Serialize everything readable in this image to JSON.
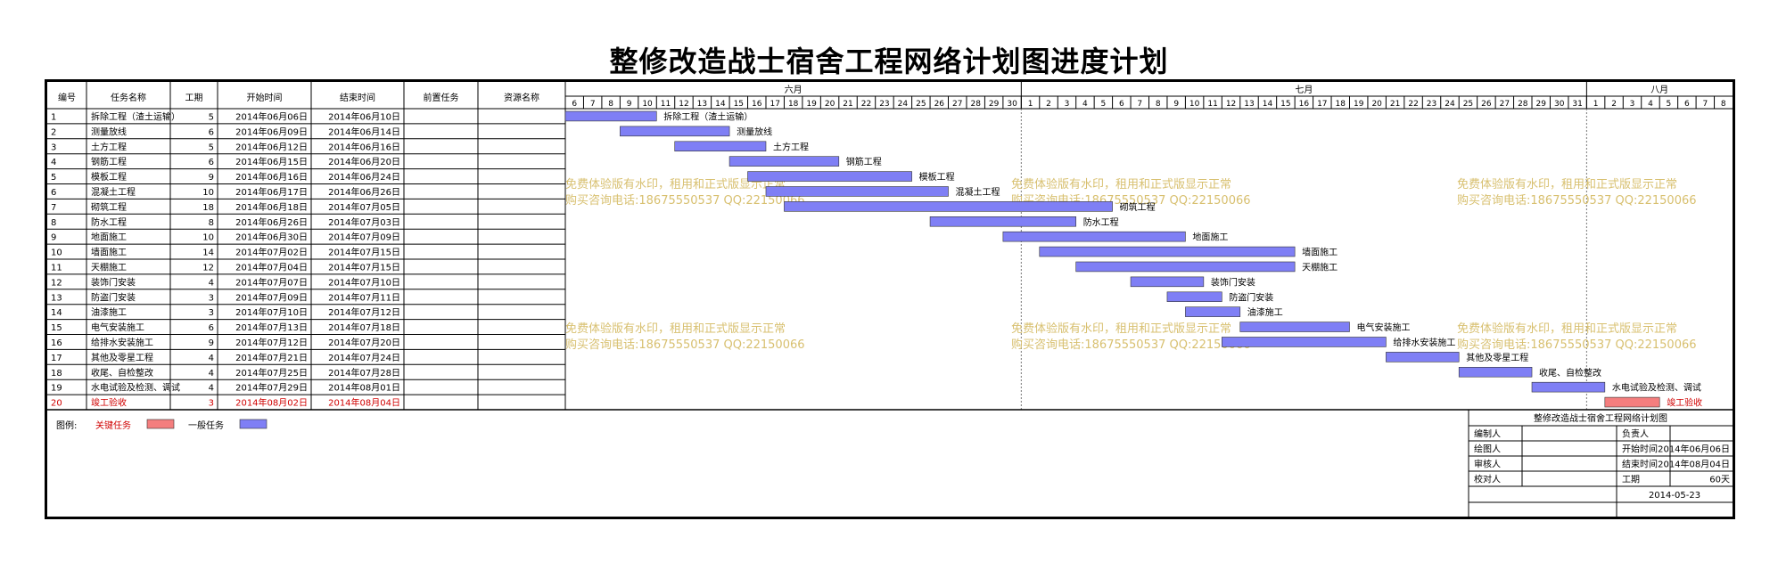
{
  "title": "整修改造战士宿舍工程网络计划图进度计划",
  "columns": [
    "编号",
    "任务名称",
    "工期",
    "开始时间",
    "结束时间",
    "前置任务",
    "资源名称"
  ],
  "months": [
    "六月",
    "七月",
    "八月"
  ],
  "legend": {
    "label": "图例:",
    "critical": "关键任务",
    "normal": "一般任务"
  },
  "colors": {
    "bar": "#7f7ff5",
    "critical": "#f47e7e",
    "red_text": "#d00000",
    "watermark": "#d8c070"
  },
  "watermark": {
    "line1": "免费体验版有水印，租用和正式版显示正常",
    "line2": "购买咨询电话:18675550537 QQ:22150066"
  },
  "info_block": {
    "title": "整修改造战士宿舍工程网络计划图",
    "cells": [
      "编制人",
      "负责人",
      "绘图人",
      "开始时间",
      "2014年06月06日",
      "审核人",
      "结束时间",
      "2014年08月04日",
      "校对人",
      "工期",
      "60天",
      "2014-05-23"
    ]
  },
  "chart_data": {
    "type": "gantt",
    "title": "整修改造战士宿舍工程网络计划图进度计划",
    "timeline": {
      "start": "2014-06-06",
      "end": "2014-08-08",
      "unit": "day"
    },
    "tasks": [
      {
        "id": "1",
        "name": "拆除工程（渣土运输）",
        "duration": 5,
        "start": "2014年06月06日",
        "end": "2014年06月10日",
        "bar_label": "拆除工程（渣土运输）",
        "critical": false
      },
      {
        "id": "2",
        "name": "测量放线",
        "duration": 6,
        "start": "2014年06月09日",
        "end": "2014年06月14日",
        "bar_label": "测量放线",
        "critical": false
      },
      {
        "id": "3",
        "name": "土方工程",
        "duration": 5,
        "start": "2014年06月12日",
        "end": "2014年06月16日",
        "bar_label": "土方工程",
        "critical": false
      },
      {
        "id": "4",
        "name": "钢筋工程",
        "duration": 6,
        "start": "2014年06月15日",
        "end": "2014年06月20日",
        "bar_label": "钢筋工程",
        "critical": false
      },
      {
        "id": "5",
        "name": "模板工程",
        "duration": 9,
        "start": "2014年06月16日",
        "end": "2014年06月24日",
        "bar_label": "模板工程",
        "critical": false
      },
      {
        "id": "6",
        "name": "混凝土工程",
        "duration": 10,
        "start": "2014年06月17日",
        "end": "2014年06月26日",
        "bar_label": "混凝土工程",
        "critical": false
      },
      {
        "id": "7",
        "name": "砌筑工程",
        "duration": 18,
        "start": "2014年06月18日",
        "end": "2014年07月05日",
        "bar_label": "砌筑工程",
        "critical": false
      },
      {
        "id": "8",
        "name": "防水工程",
        "duration": 8,
        "start": "2014年06月26日",
        "end": "2014年07月03日",
        "bar_label": "防水工程",
        "critical": false
      },
      {
        "id": "9",
        "name": "地面施工",
        "duration": 10,
        "start": "2014年06月30日",
        "end": "2014年07月09日",
        "bar_label": "地面施工",
        "critical": false
      },
      {
        "id": "10",
        "name": "墙面施工",
        "duration": 14,
        "start": "2014年07月02日",
        "end": "2014年07月15日",
        "bar_label": "墙面施工",
        "critical": false
      },
      {
        "id": "11",
        "name": "天棚施工",
        "duration": 12,
        "start": "2014年07月04日",
        "end": "2014年07月15日",
        "bar_label": "天棚施工",
        "critical": false
      },
      {
        "id": "12",
        "name": "装饰门安装",
        "duration": 4,
        "start": "2014年07月07日",
        "end": "2014年07月10日",
        "bar_label": "装饰门安装",
        "critical": false
      },
      {
        "id": "13",
        "name": "防盗门安装",
        "duration": 3,
        "start": "2014年07月09日",
        "end": "2014年07月11日",
        "bar_label": "防盗门安装",
        "critical": false
      },
      {
        "id": "14",
        "name": "油漆施工",
        "duration": 3,
        "start": "2014年07月10日",
        "end": "2014年07月12日",
        "bar_label": "油漆施工",
        "critical": false
      },
      {
        "id": "15",
        "name": "电气安装施工",
        "duration": 6,
        "start": "2014年07月13日",
        "end": "2014年07月18日",
        "bar_label": "电气安装施工",
        "critical": false
      },
      {
        "id": "16",
        "name": "给排水安装施工",
        "duration": 9,
        "start": "2014年07月12日",
        "end": "2014年07月20日",
        "bar_label": "给排水安装施工",
        "critical": false
      },
      {
        "id": "17",
        "name": "其他及零星工程",
        "duration": 4,
        "start": "2014年07月21日",
        "end": "2014年07月24日",
        "bar_label": "其他及零星工程",
        "critical": false
      },
      {
        "id": "18",
        "name": "收尾、自检整改",
        "duration": 4,
        "start": "2014年07月25日",
        "end": "2014年07月28日",
        "bar_label": "收尾、自检整改",
        "critical": false
      },
      {
        "id": "19",
        "name": "水电试验及检测、调试",
        "duration": 4,
        "start": "2014年07月29日",
        "end": "2014年08月01日",
        "bar_label": "水电试验及检测、调试",
        "critical": false
      },
      {
        "id": "20",
        "name": "竣工验收",
        "duration": 3,
        "start": "2014年08月02日",
        "end": "2014年08月04日",
        "bar_label": "竣工验收",
        "critical": true
      }
    ]
  }
}
